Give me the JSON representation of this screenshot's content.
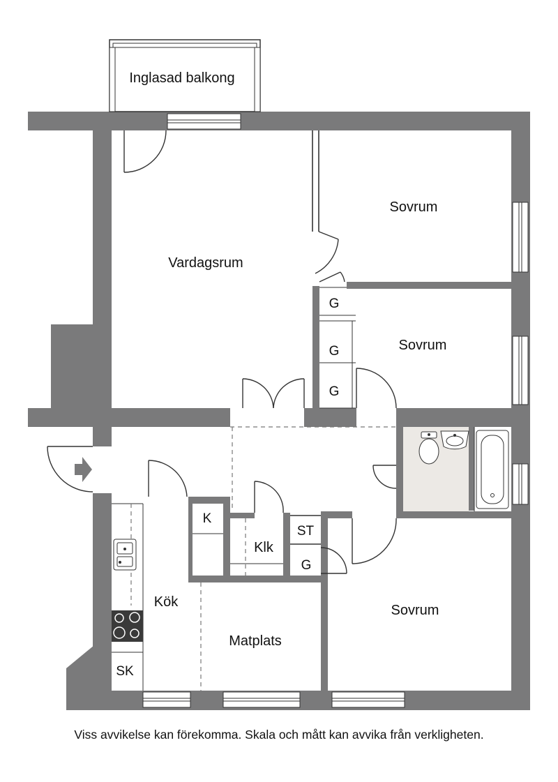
{
  "rooms": {
    "balcony": "Inglasad balkong",
    "living": "Vardagsrum",
    "bedroom_top": "Sovrum",
    "bedroom_mid": "Sovrum",
    "bedroom_bottom": "Sovrum",
    "kitchen": "Kök",
    "dining": "Matplats",
    "closet_klk": "Klk"
  },
  "storage": {
    "g1": "G",
    "g2": "G",
    "g3": "G",
    "g4": "G",
    "k": "K",
    "st": "ST",
    "sk": "SK"
  },
  "icons": {
    "entrance": "entrance-arrow-icon",
    "sink": "kitchen-sink-icon",
    "stove": "stove-icon",
    "toilet": "toilet-icon",
    "washbasin": "washbasin-icon",
    "bathtub": "bathtub-icon"
  },
  "colors": {
    "wall": "#7a7a7b",
    "bathroom_floor": "#ece9e5"
  },
  "disclaimer": "Viss avvikelse kan förekomma. Skala och mått kan avvika från verkligheten."
}
